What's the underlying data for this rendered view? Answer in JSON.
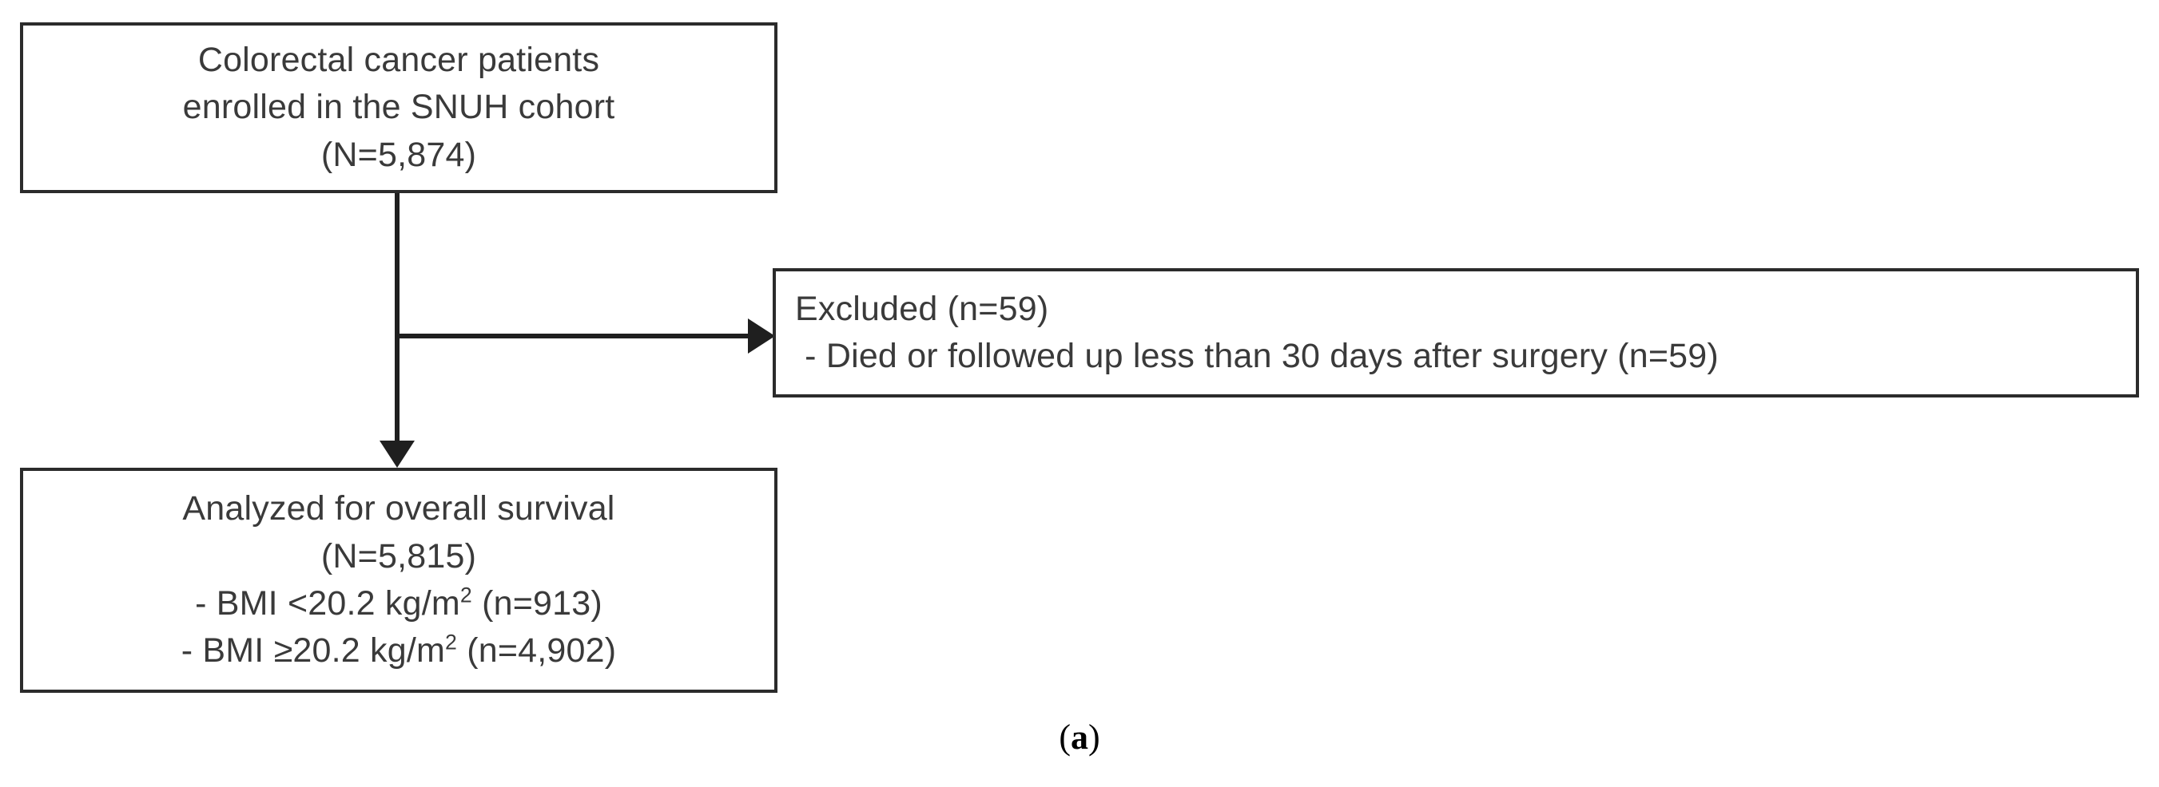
{
  "figure": {
    "panel_label_open": "(",
    "panel_label_letter": "a",
    "panel_label_close": ")",
    "colors": {
      "background": "#ffffff",
      "box_border": "#2b2b2b",
      "box_fill": "#ffffff",
      "text": "#3a3a3a",
      "connector": "#1f1f1f",
      "caption_text": "#000000"
    }
  },
  "boxes": {
    "enrolled": {
      "name": "Colorectal cancer patients enrolled in the SNUH cohort",
      "lines": [
        "Colorectal cancer patients",
        "enrolled in the SNUH cohort",
        "(N=5,874)"
      ],
      "total": "5,874"
    },
    "excluded": {
      "name": "Excluded",
      "lines": [
        "Excluded (n=59)",
        " - Died or followed up less than 30 days after surgery (n=59)"
      ],
      "count": "59",
      "reason": "Died or followed up less than 30 days after surgery",
      "reason_count": "59"
    },
    "analyzed": {
      "name": "Analyzed for overall survival",
      "title_line": "Analyzed for overall survival",
      "total_line": "(N=5,815)",
      "total": "5,815",
      "strata": [
        {
          "prefix": "- BMI <20.2 kg/m",
          "sup": "2",
          "suffix": " (n=913)",
          "label": "BMI <20.2 kg/m2",
          "count": "913"
        },
        {
          "prefix": "- BMI ≥20.2 kg/m",
          "sup": "2",
          "suffix": " (n=4,902)",
          "label": "BMI ≥20.2 kg/m2",
          "count": "4,902"
        }
      ]
    }
  }
}
